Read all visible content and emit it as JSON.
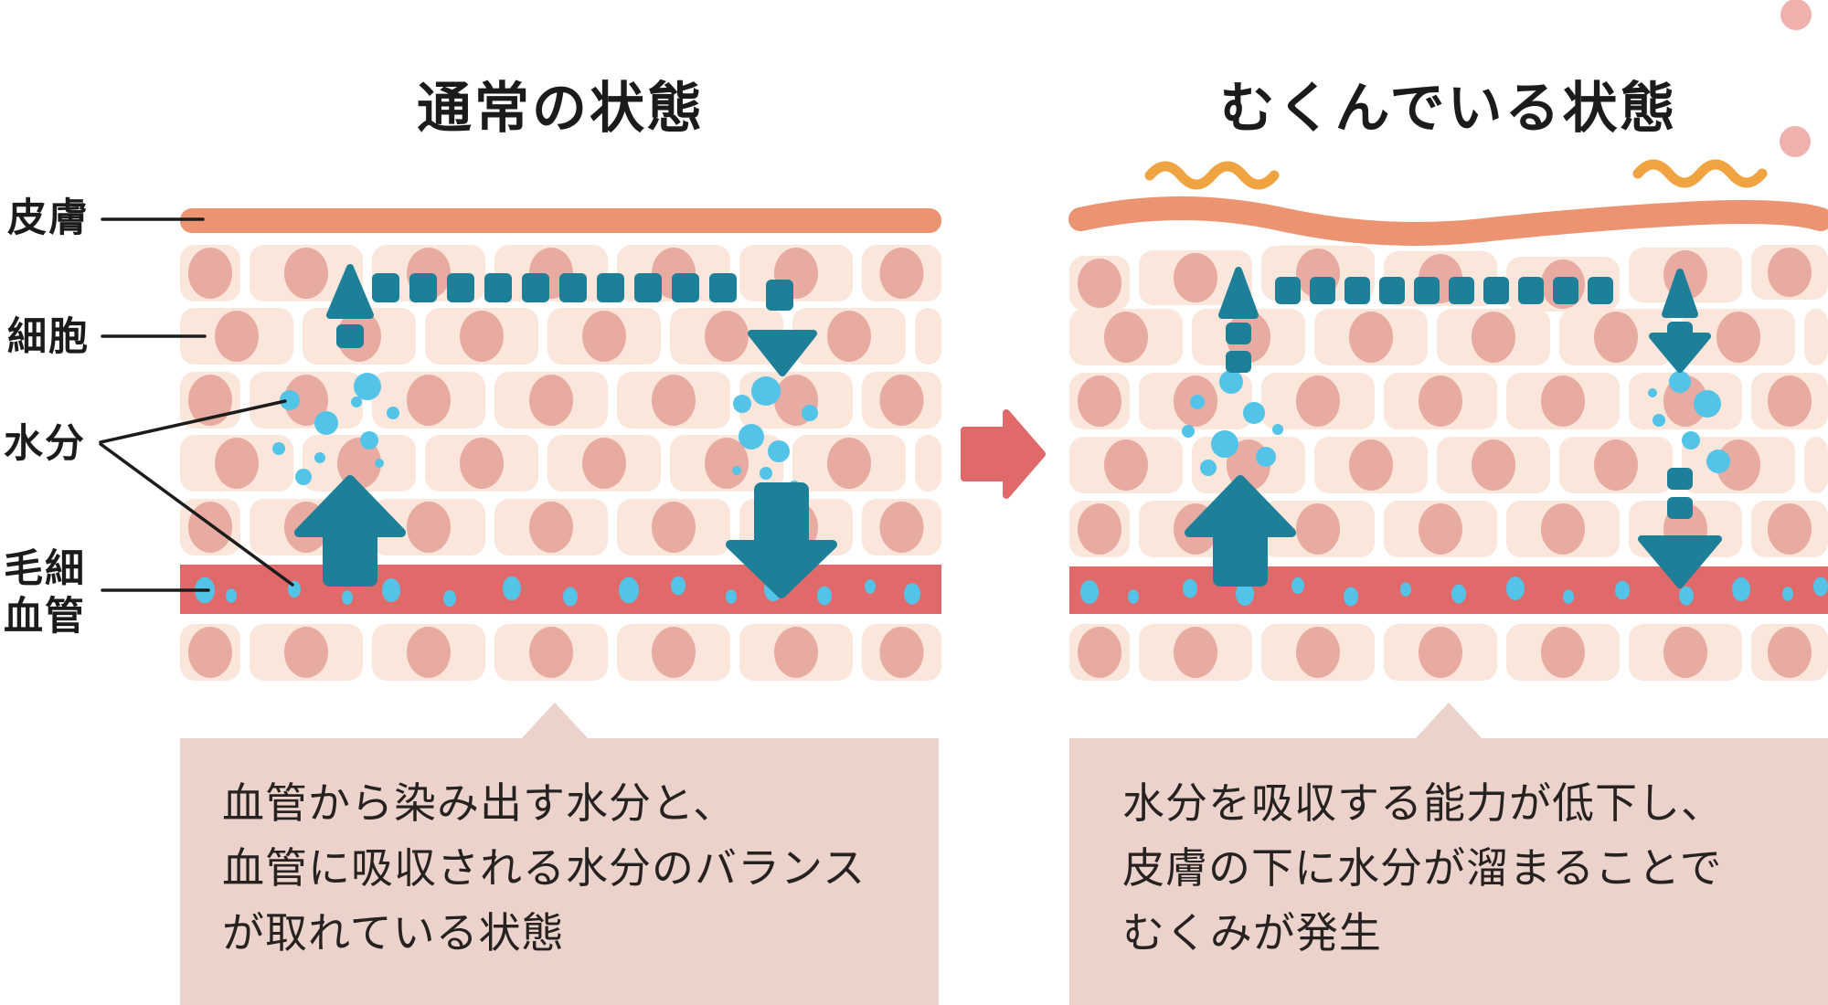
{
  "page": {
    "background": "#ffffff"
  },
  "colors": {
    "skin": "#EC9372",
    "cell": "#FAE6DA",
    "nucleus": "#E7ABA2",
    "capillary": "#E06A6A",
    "teal": "#1E7F99",
    "water": "#54C3E8",
    "transition_arrow": "#E06A6A",
    "callout_bg": "#EBD2CB",
    "squiggle": "#F0A341",
    "decor_circle": "#EFB1AE",
    "text": "#1D1B1A",
    "pointer_line": "#1C1C1C"
  },
  "left_panel": {
    "title": "通常の状態",
    "caption_lines": [
      "血管から染み出す水分と、",
      "血管に吸収される水分のバランス",
      "が取れている状態"
    ]
  },
  "right_panel": {
    "title": "むくんでいる状態",
    "caption_lines": [
      "水分を吸収する能力が低下し、",
      "皮膚の下に水分が溜まることで",
      "むくみが発生"
    ]
  },
  "side_labels": {
    "skin": "皮膚",
    "cell": "細胞",
    "water": "水分",
    "capillary_line1": "毛細",
    "capillary_line2": "血管"
  },
  "icons": {
    "transition_arrow": "right-arrow",
    "squiggle": "wavy-line",
    "water_dot": "circle",
    "flow_up_arrow": "up-arrow",
    "flow_down_arrow": "down-arrow",
    "dashed_flow_path": "dashed-line"
  }
}
